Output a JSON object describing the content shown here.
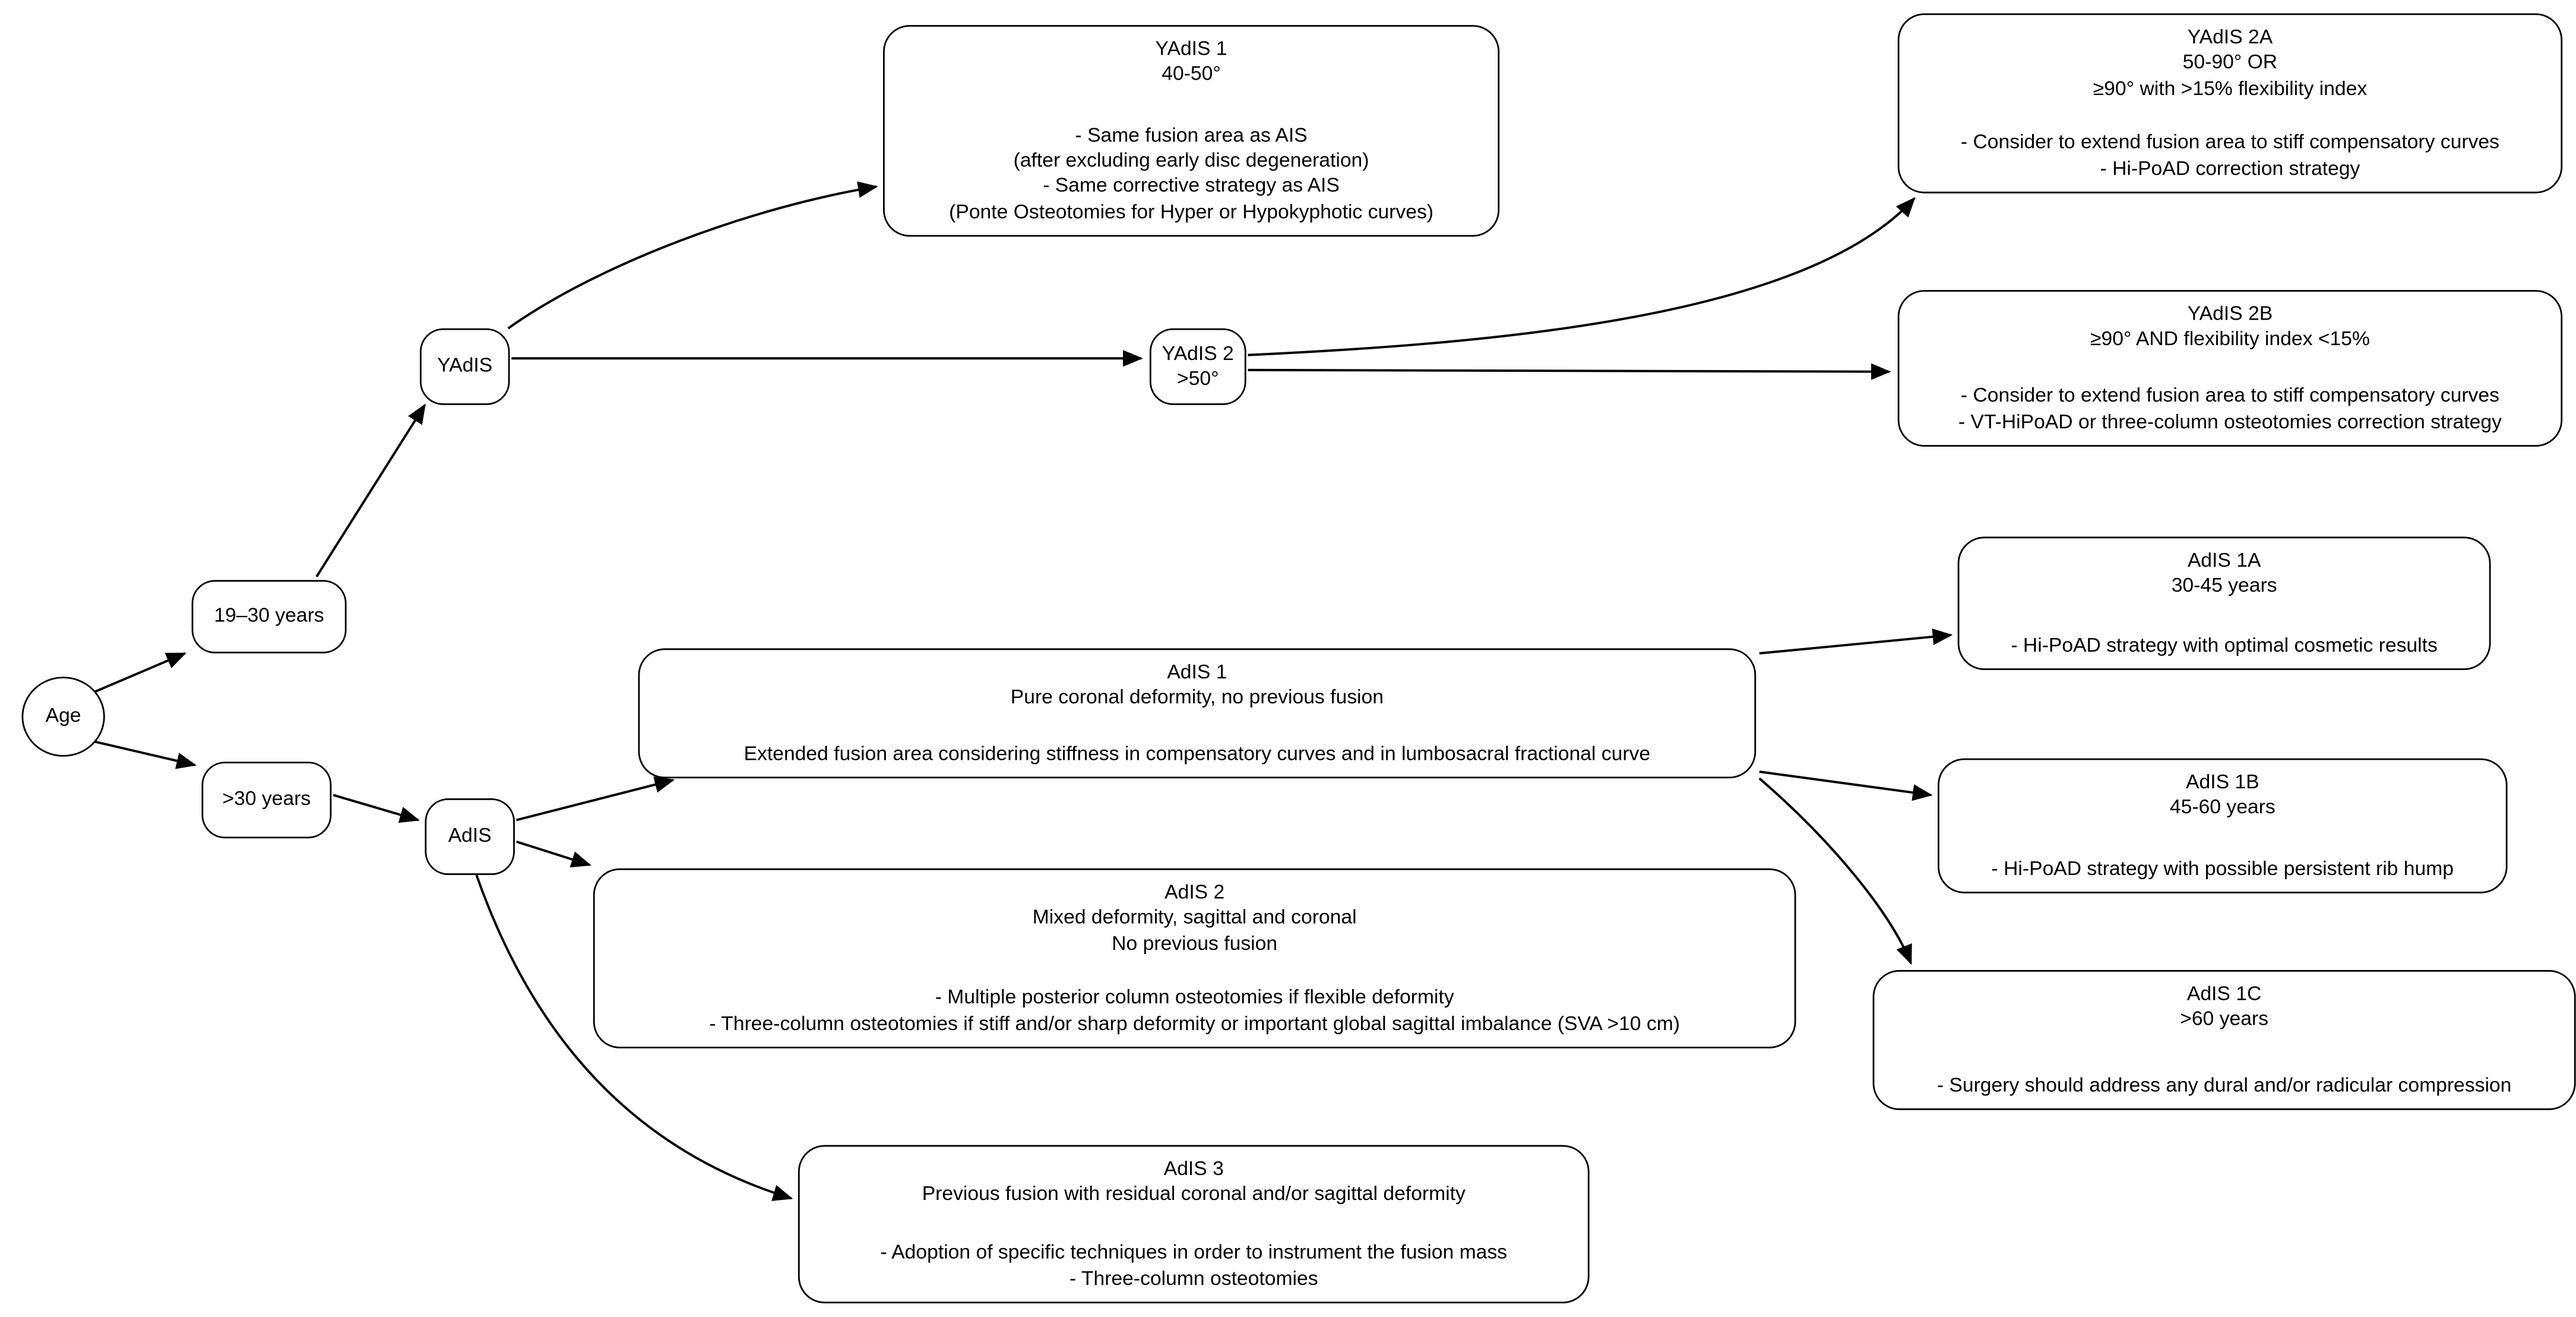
{
  "diagram": {
    "background_color": "#ffffff",
    "line_color": "#000000",
    "node_fill_color": "#ffffff",
    "nodes": {
      "age": {
        "title": [
          "Age"
        ]
      },
      "y1930": {
        "title": [
          "19–30 years"
        ]
      },
      "y30": {
        "title": [
          ">30 years"
        ]
      },
      "yadis": {
        "title": [
          "YAdIS"
        ]
      },
      "yadis2": {
        "title": [
          "YAdIS 2",
          ">50°"
        ]
      },
      "adis": {
        "title": [
          "AdIS"
        ]
      },
      "yadis1": {
        "title": [
          "YAdIS 1",
          "40-50°"
        ],
        "details": [
          "- Same fusion area as AIS",
          "(after excluding early disc degeneration)",
          "- Same corrective strategy as AIS",
          "(Ponte Osteotomies for Hyper or Hypokyphotic curves)"
        ]
      },
      "yadis2a": {
        "title": [
          "YAdIS 2A",
          "50-90° OR",
          "≥90° with >15% flexibility index"
        ],
        "details": [
          "- Consider to extend fusion area to stiff compensatory curves",
          "- Hi-PoAD correction strategy"
        ]
      },
      "yadis2b": {
        "title": [
          "YAdIS 2B",
          "≥90° AND flexibility index <15%"
        ],
        "details": [
          "- Consider to extend fusion area to stiff compensatory curves",
          "- VT-HiPoAD or three-column osteotomies correction strategy"
        ]
      },
      "adis1": {
        "title": [
          "AdIS 1",
          "Pure coronal deformity, no previous fusion"
        ],
        "details": [
          "Extended fusion area considering stiffness in compensatory curves and in lumbosacral fractional curve"
        ]
      },
      "adis2": {
        "title": [
          "AdIS 2",
          "Mixed deformity, sagittal and coronal",
          "No previous fusion"
        ],
        "details": [
          "- Multiple posterior column osteotomies if flexible deformity",
          "- Three-column osteotomies if stiff and/or sharp deformity or important global sagittal imbalance (SVA >10 cm)"
        ]
      },
      "adis3": {
        "title": [
          "AdIS 3",
          "Previous fusion with residual coronal and/or sagittal deformity"
        ],
        "details": [
          "- Adoption of specific techniques in order to instrument the fusion mass",
          "- Three-column osteotomies"
        ]
      },
      "adis1a": {
        "title": [
          "AdIS 1A",
          "30-45 years"
        ],
        "details": [
          "- Hi-PoAD strategy with optimal cosmetic results"
        ]
      },
      "adis1b": {
        "title": [
          "AdIS 1B",
          "45-60 years"
        ],
        "details": [
          "- Hi-PoAD strategy with possible persistent rib hump"
        ]
      },
      "adis1c": {
        "title": [
          "AdIS 1C",
          ">60 years"
        ],
        "details": [
          "- Surgery should address any dural and/or radicular compression"
        ]
      }
    },
    "edges": [
      {
        "from": "age",
        "to": "y1930"
      },
      {
        "from": "age",
        "to": "y30"
      },
      {
        "from": "y1930",
        "to": "yadis"
      },
      {
        "from": "yadis",
        "to": "yadis1"
      },
      {
        "from": "yadis",
        "to": "yadis2"
      },
      {
        "from": "yadis2",
        "to": "yadis2a"
      },
      {
        "from": "yadis2",
        "to": "yadis2b"
      },
      {
        "from": "y30",
        "to": "adis"
      },
      {
        "from": "adis",
        "to": "adis1"
      },
      {
        "from": "adis",
        "to": "adis2"
      },
      {
        "from": "adis",
        "to": "adis3"
      },
      {
        "from": "adis1",
        "to": "adis1a"
      },
      {
        "from": "adis1",
        "to": "adis1b"
      },
      {
        "from": "adis1",
        "to": "adis1c"
      }
    ]
  }
}
